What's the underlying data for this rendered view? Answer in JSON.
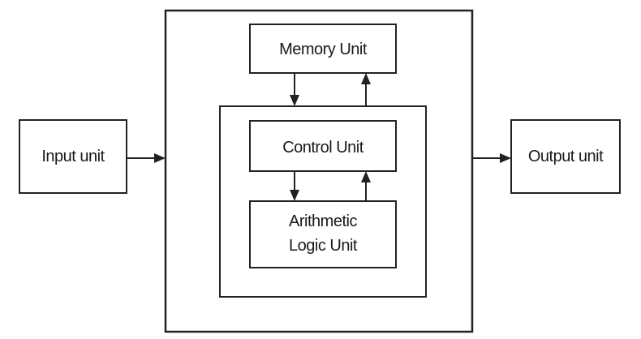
{
  "nodes": {
    "input_unit": "Input unit",
    "output_unit": "Output unit",
    "memory_unit": "Memory Unit",
    "control_unit": "Control Unit",
    "alu_line1": "Arithmetic",
    "alu_line2": "Logic Unit"
  },
  "colors": {
    "stroke": "#222222",
    "text": "#1a1a1a",
    "background": "#ffffff"
  }
}
